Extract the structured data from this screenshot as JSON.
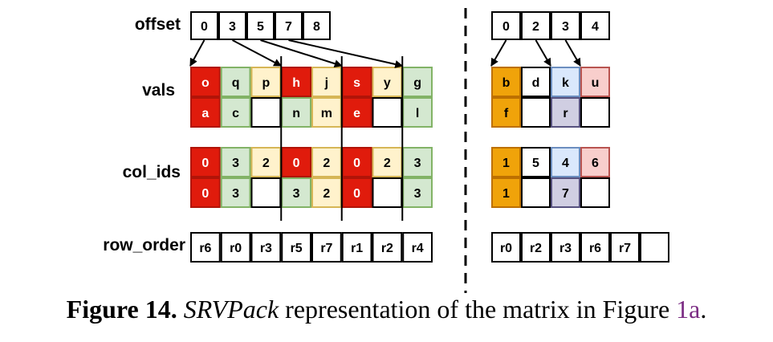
{
  "labels": {
    "offset": "offset",
    "vals": "vals",
    "col_ids": "col_ids",
    "row_order": "row_order"
  },
  "colors": {
    "red_fill": "#e01b0c",
    "red_stroke": "#b11408",
    "green_fill": "#d4e8d0",
    "green_stroke": "#82b366",
    "yellow_fill": "#fff2cc",
    "yellow_stroke": "#d6b656",
    "orange_fill": "#f0a30a",
    "orange_stroke": "#bd7000",
    "blue_fill": "#dae8fc",
    "blue_stroke": "#6c8ebf",
    "pink_fill": "#f8cecc",
    "pink_stroke": "#b85450",
    "purple_fill": "#d0cee2",
    "purple_stroke": "#56517e",
    "white_fill": "#ffffff",
    "black_stroke": "#000000",
    "caption_link": "#7b2c83"
  },
  "left": {
    "offset": [
      "0",
      "3",
      "5",
      "7",
      "8"
    ],
    "vals": [
      [
        {
          "t": "o",
          "c": "red"
        },
        {
          "t": "q",
          "c": "green"
        },
        {
          "t": "p",
          "c": "yellow"
        },
        {
          "t": "h",
          "c": "red"
        },
        {
          "t": "j",
          "c": "yellow"
        },
        {
          "t": "s",
          "c": "red"
        },
        {
          "t": "y",
          "c": "yellow"
        },
        {
          "t": "g",
          "c": "green"
        }
      ],
      [
        {
          "t": "a",
          "c": "red"
        },
        {
          "t": "c",
          "c": "green"
        },
        {
          "t": "",
          "c": "white"
        },
        {
          "t": "n",
          "c": "green"
        },
        {
          "t": "m",
          "c": "yellow"
        },
        {
          "t": "e",
          "c": "red"
        },
        {
          "t": "",
          "c": "white"
        },
        {
          "t": "l",
          "c": "green"
        }
      ]
    ],
    "col_ids": [
      [
        {
          "t": "0",
          "c": "red"
        },
        {
          "t": "3",
          "c": "green"
        },
        {
          "t": "2",
          "c": "yellow"
        },
        {
          "t": "0",
          "c": "red"
        },
        {
          "t": "2",
          "c": "yellow"
        },
        {
          "t": "0",
          "c": "red"
        },
        {
          "t": "2",
          "c": "yellow"
        },
        {
          "t": "3",
          "c": "green"
        }
      ],
      [
        {
          "t": "0",
          "c": "red"
        },
        {
          "t": "3",
          "c": "green"
        },
        {
          "t": "",
          "c": "white"
        },
        {
          "t": "3",
          "c": "green"
        },
        {
          "t": "2",
          "c": "yellow"
        },
        {
          "t": "0",
          "c": "red"
        },
        {
          "t": "",
          "c": "white"
        },
        {
          "t": "3",
          "c": "green"
        }
      ]
    ],
    "row_order": [
      "r6",
      "r0",
      "r3",
      "r5",
      "r7",
      "r1",
      "r2",
      "r4"
    ]
  },
  "right": {
    "offset": [
      "0",
      "2",
      "3",
      "4"
    ],
    "vals": [
      [
        {
          "t": "b",
          "c": "orange"
        },
        {
          "t": "d",
          "c": "white"
        },
        {
          "t": "k",
          "c": "blue"
        },
        {
          "t": "u",
          "c": "pink"
        }
      ],
      [
        {
          "t": "f",
          "c": "orange"
        },
        {
          "t": "",
          "c": "white"
        },
        {
          "t": "r",
          "c": "purple"
        },
        {
          "t": "",
          "c": "white"
        }
      ]
    ],
    "col_ids": [
      [
        {
          "t": "1",
          "c": "orange"
        },
        {
          "t": "5",
          "c": "white"
        },
        {
          "t": "4",
          "c": "blue"
        },
        {
          "t": "6",
          "c": "pink"
        }
      ],
      [
        {
          "t": "1",
          "c": "orange"
        },
        {
          "t": "",
          "c": "white"
        },
        {
          "t": "7",
          "c": "purple"
        },
        {
          "t": "",
          "c": "white"
        }
      ]
    ],
    "row_order": [
      "r0",
      "r2",
      "r3",
      "r6",
      "r7",
      ""
    ]
  },
  "caption": {
    "number": "Figure 14.",
    "name": "SRVPack",
    "text": " representation of the matrix in Figure ",
    "ref": "1a",
    "end": "."
  }
}
